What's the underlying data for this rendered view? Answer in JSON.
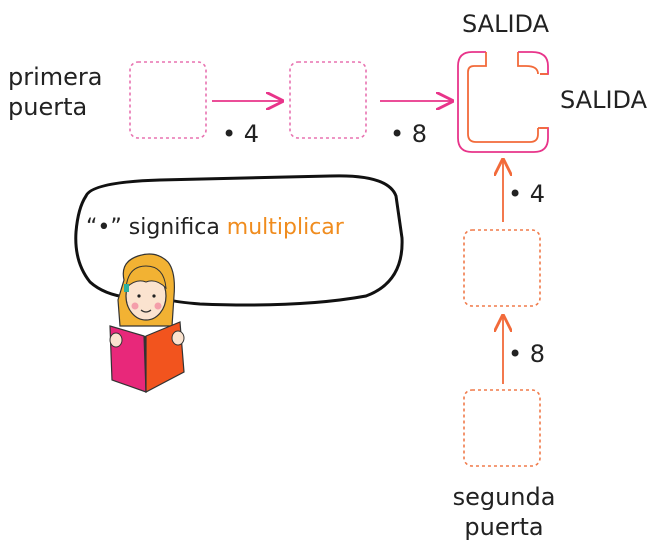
{
  "labels": {
    "first_door_line1": "primera",
    "first_door_line2": "puerta",
    "second_door_line1": "segunda",
    "second_door_line2": "puerta",
    "exit_top": "SALIDA",
    "exit_right": "SALIDA"
  },
  "operations": {
    "first_step": "• 4",
    "second_step": "• 8",
    "upper_vertical_step": "• 4",
    "lower_vertical_step": "• 8"
  },
  "speech_bubble": {
    "prefix": "“•” significa ",
    "highlight": "multiplicar"
  },
  "colors": {
    "pink": "#e8348a",
    "pink_dashed": "#e872b0",
    "orange": "#f26a3a",
    "orange_dashed": "#f07a4a",
    "highlight": "#f08c1e",
    "text": "#222222"
  }
}
